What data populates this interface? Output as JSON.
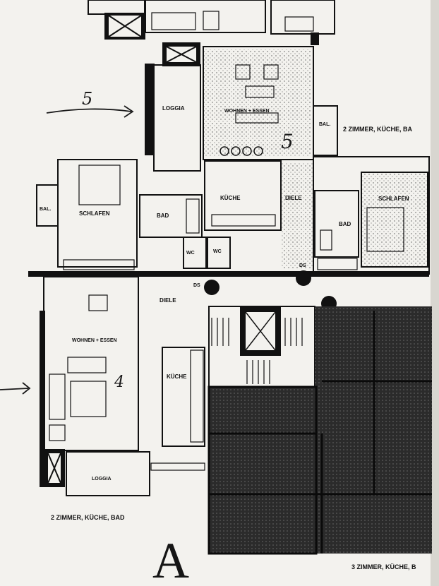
{
  "apartment_5": {
    "number": "5",
    "rooms": {
      "loggia": "LOGGIA",
      "wohnen_essen": "WOHNEN + ESSEN",
      "bal_right": "BAL.",
      "kueche": "KÜCHE",
      "diele": "DIELE",
      "schlafen": "SCHLAFEN",
      "bad": "BAD",
      "ds": "DS"
    },
    "type_label": "2 ZIMMER, KÜCHE, BA"
  },
  "apartment_left_upper": {
    "rooms": {
      "bal": "BAL.",
      "schlafen": "SCHLAFEN",
      "bad": "BAD",
      "wc1": "WC",
      "wc2": "WC",
      "ds": "DS"
    }
  },
  "apartment_4": {
    "number": "4",
    "rooms": {
      "wohnen_essen": "WOHNEN + ESSEN",
      "diele": "DIELE",
      "kueche": "KÜCHE",
      "loggia": "LOGGIA"
    },
    "type_label": "2 ZIMMER, KÜCHE, BAD"
  },
  "apartment_right_lower": {
    "type_label": "3 ZIMMER, KÜCHE, B"
  },
  "building_letter": "A",
  "arrow_5_label": "5"
}
